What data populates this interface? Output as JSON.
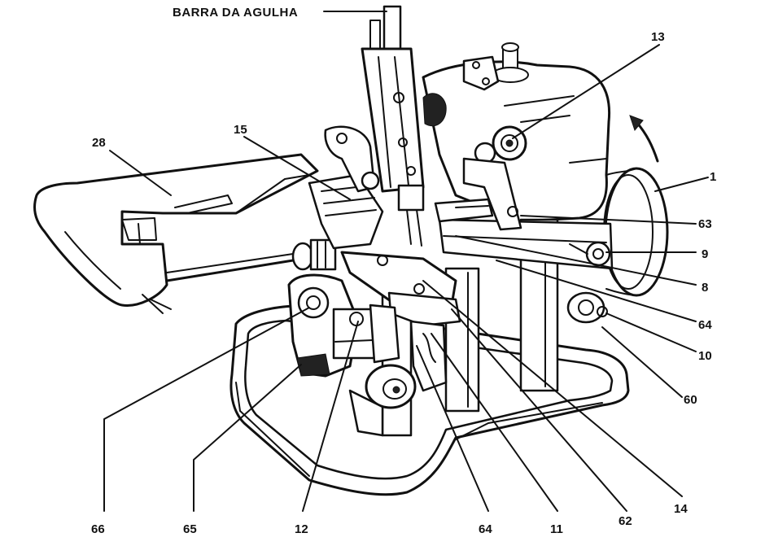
{
  "diagram": {
    "title_label": "BARRA DA AGULHA",
    "labels": {
      "l13": "13",
      "l15": "15",
      "l28": "28",
      "l1": "1",
      "l63": "63",
      "l9": "9",
      "l8": "8",
      "l64r": "64",
      "l10": "10",
      "l60": "60",
      "l66": "66",
      "l65": "65",
      "l12": "12",
      "l64b": "64",
      "l11": "11",
      "l62": "62",
      "l14": "14"
    }
  }
}
